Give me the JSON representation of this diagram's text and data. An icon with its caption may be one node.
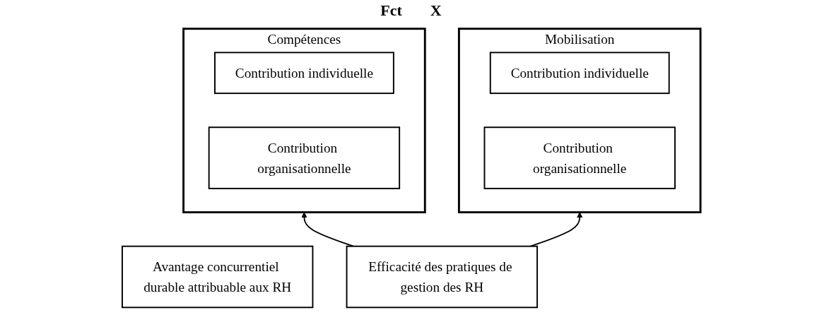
{
  "diagram": {
    "nodes": [
      {
        "text": [
          "Avantage concurrentiel durable attribuable aux RH"
        ]
      },
      {
        "text": [
          "Compétences"
        ]
      },
      {
        "text": [
          "Contribution individuelle"
        ],
        "in": 1
      },
      {
        "text": [
          "Contribution organisationnelle"
        ],
        "in": 1
      },
      {
        "text": [
          "Mobilisation"
        ]
      },
      {
        "text": [
          "Contribution individuelle"
        ],
        "in": 4
      },
      {
        "text": [
          "Contribution organisationnelle"
        ],
        "in": 4
      },
      {
        "text": [
          "Efficacité des pratiques de gestion des RH"
        ]
      }
    ],
    "edges": [
      {
        "from": 7,
        "to": 1,
        "arrow": "to"
      },
      {
        "from": 7,
        "to": 4,
        "arrow": "to"
      }
    ],
    "labels": [
      "Fct",
      "X"
    ]
  }
}
